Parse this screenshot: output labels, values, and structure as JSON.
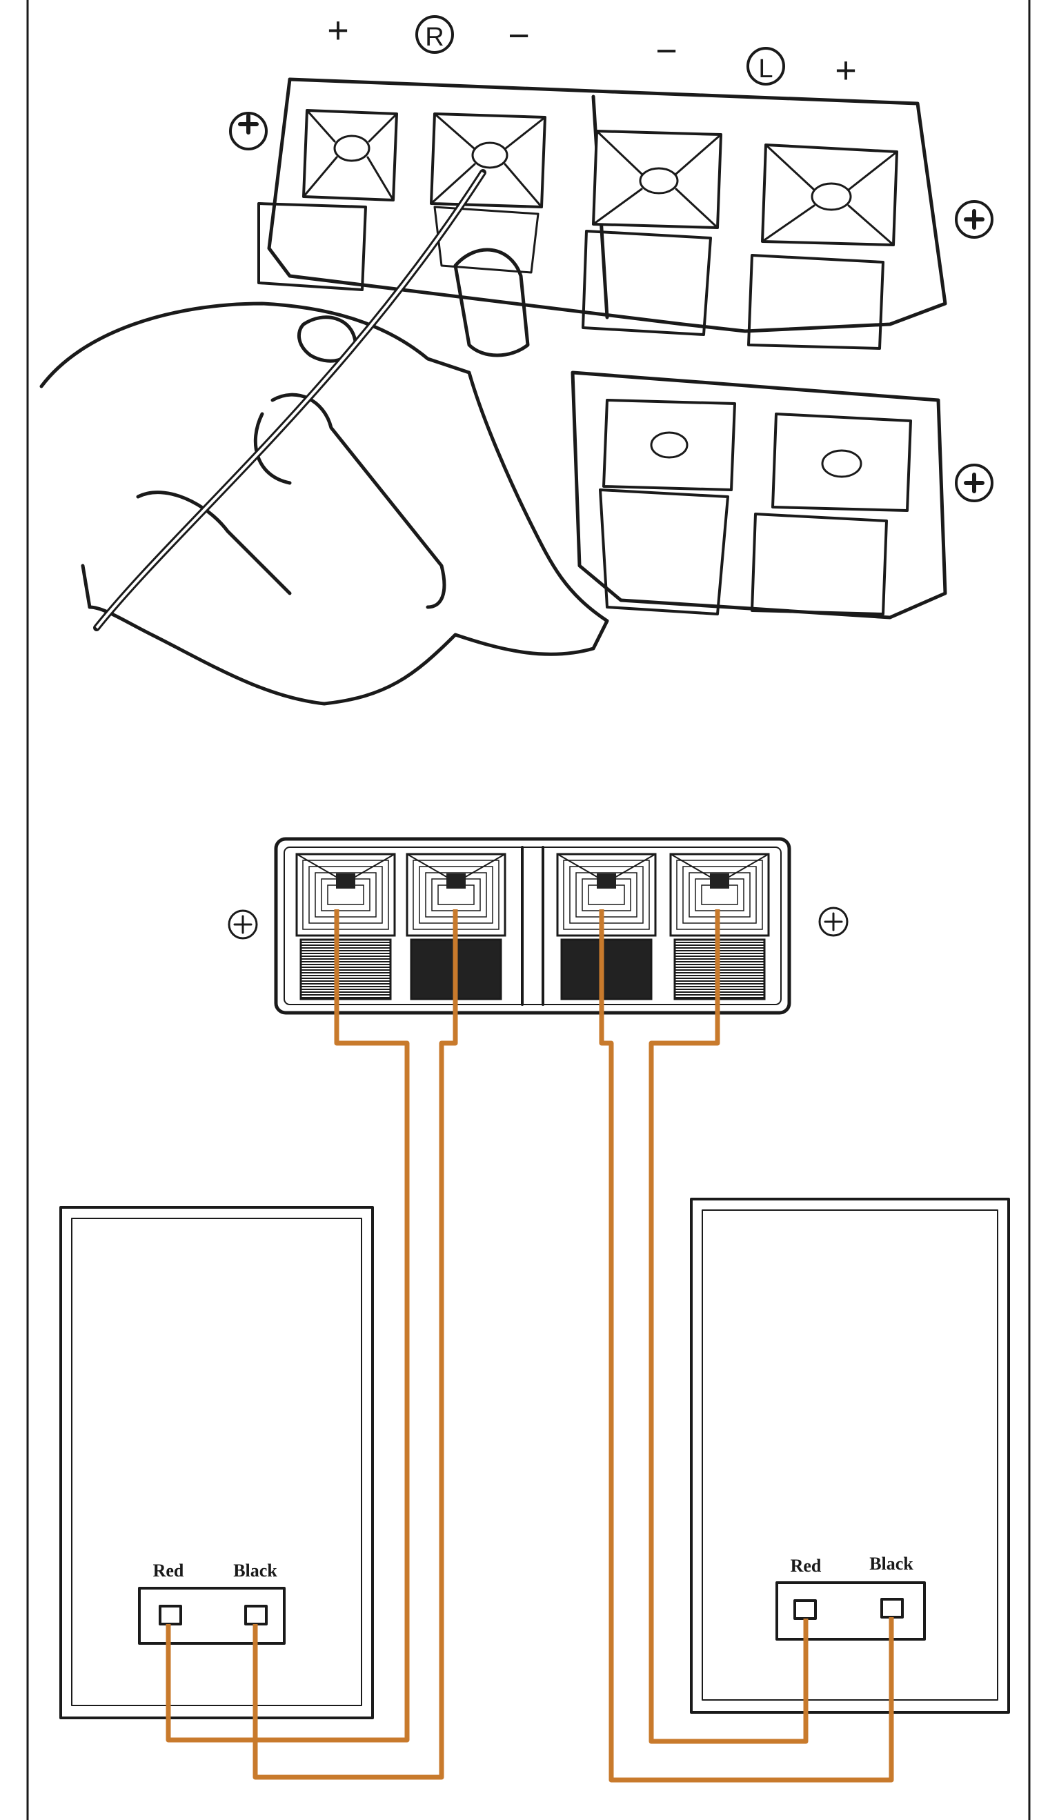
{
  "colors": {
    "ink": "#1a1a1a",
    "wire": "#c87a2c",
    "paper": "#ffffff",
    "dark_terminal": "#222222",
    "stipple": "#6a6a6a"
  },
  "top_panel": {
    "plus_right": "+",
    "channel_right": "R",
    "minus_right": "−",
    "minus_left": "−",
    "channel_left": "L",
    "plus_left": "+"
  },
  "speaker_left": {
    "red_label": "Red",
    "black_label": "Black"
  },
  "speaker_right": {
    "red_label": "Red",
    "black_label": "Black"
  },
  "icons": [
    "screw-icon",
    "hand-illustration",
    "wire"
  ]
}
